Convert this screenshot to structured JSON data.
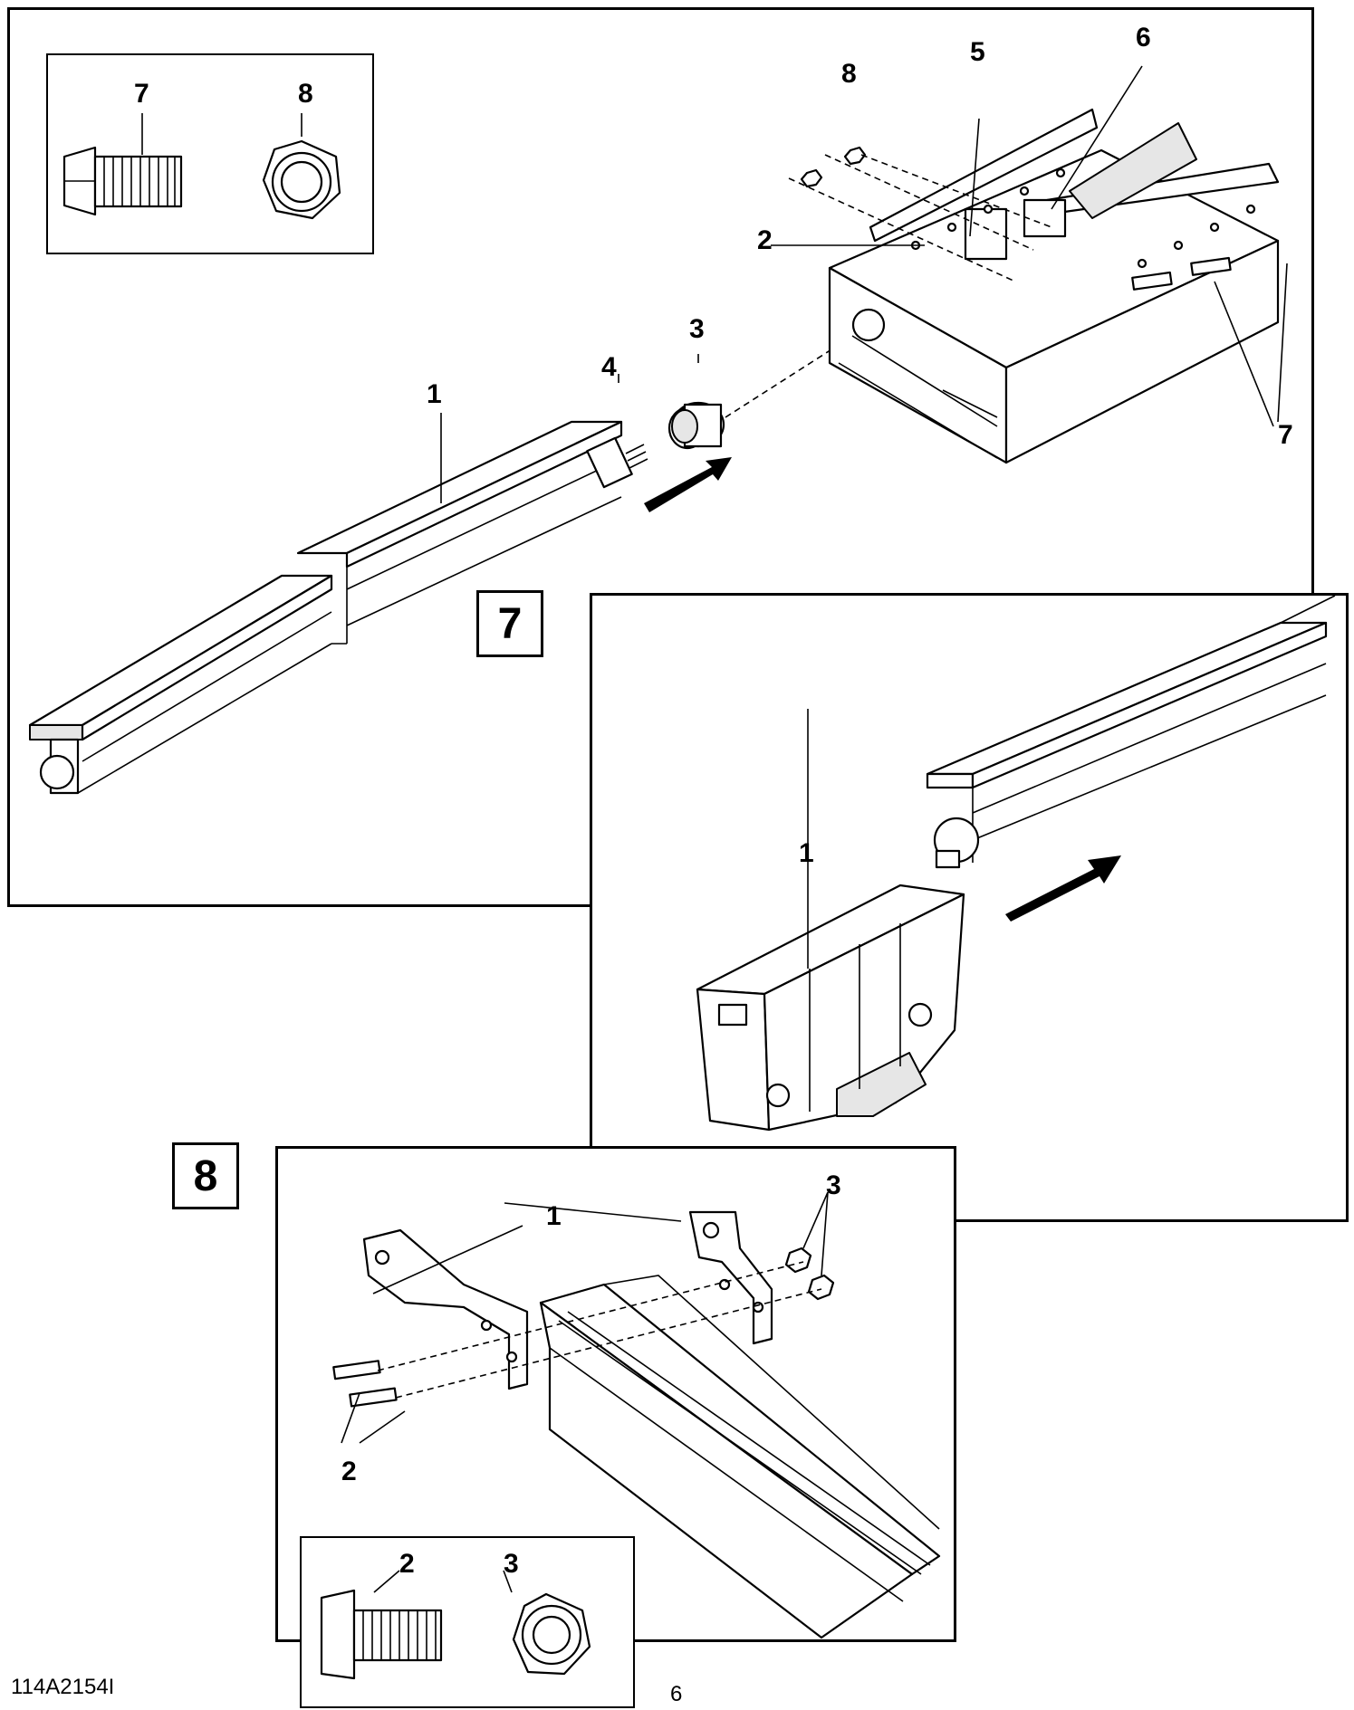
{
  "step7": {
    "badge": "7",
    "inset_labels": [
      "7",
      "8"
    ],
    "callouts": [
      "8",
      "5",
      "6",
      "2",
      "3",
      "4",
      "1",
      "7"
    ]
  },
  "step7b": {
    "callouts": [
      "1"
    ]
  },
  "step8": {
    "badge": "8",
    "callouts": [
      "1",
      "3",
      "2"
    ],
    "inset_labels": [
      "2",
      "3"
    ]
  },
  "footer": {
    "doc_code": "114A2154I",
    "page_number": "6"
  }
}
